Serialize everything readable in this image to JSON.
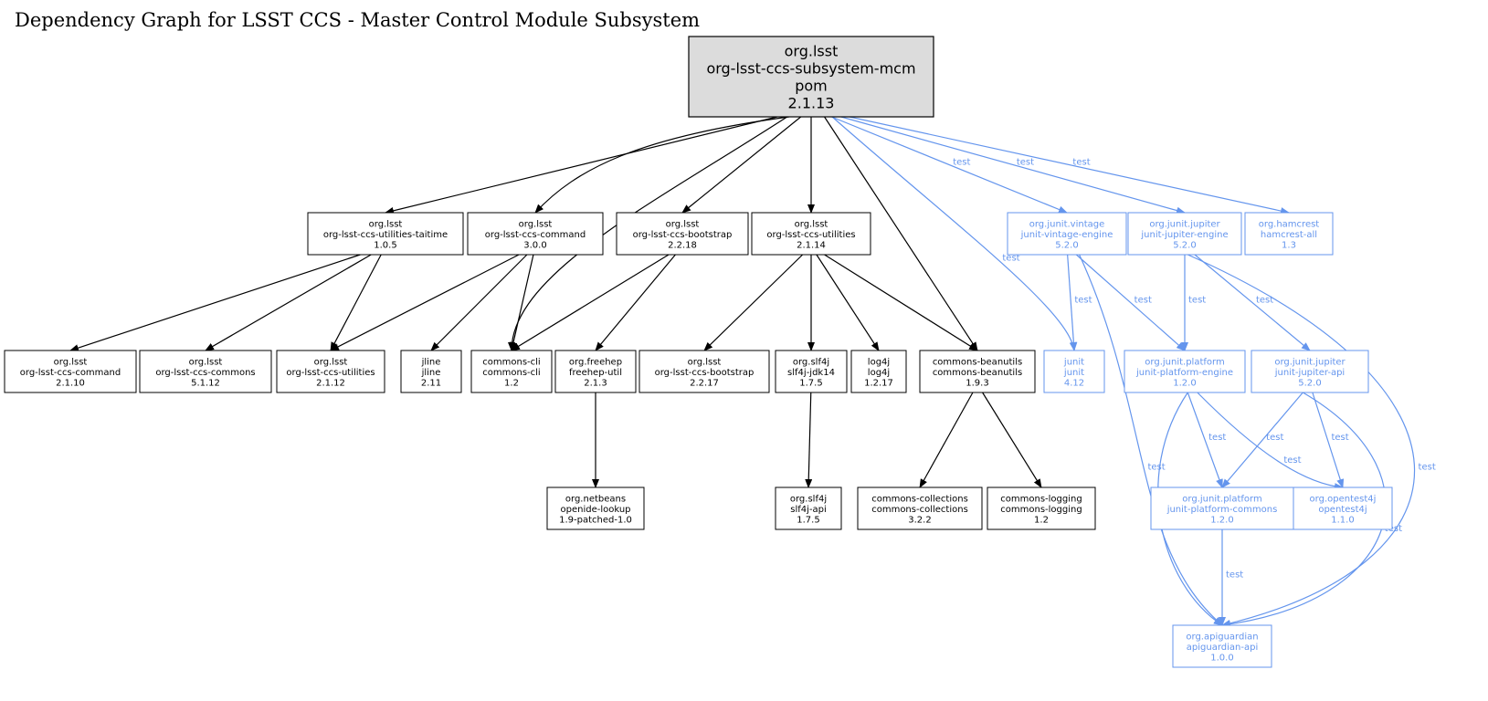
{
  "title": "Dependency Graph for LSST CCS - Master Control Module Subsystem",
  "colors": {
    "compile": "#000000",
    "test": "#6495ED",
    "root_fill": "#DCDCDC",
    "node_fill": "#FFFFFF"
  },
  "test_label": "test",
  "nodes": [
    {
      "id": "root",
      "lines": [
        "org.lsst",
        "org-lsst-ccs-subsystem-mcm",
        "pom",
        "2.1.13"
      ],
      "scope": "root"
    },
    {
      "id": "taitime",
      "lines": [
        "org.lsst",
        "org-lsst-ccs-utilities-taitime",
        "1.0.5"
      ],
      "scope": "compile"
    },
    {
      "id": "command300",
      "lines": [
        "org.lsst",
        "org-lsst-ccs-command",
        "3.0.0"
      ],
      "scope": "compile"
    },
    {
      "id": "bootstrap2218",
      "lines": [
        "org.lsst",
        "org-lsst-ccs-bootstrap",
        "2.2.18"
      ],
      "scope": "compile"
    },
    {
      "id": "utilities2114",
      "lines": [
        "org.lsst",
        "org-lsst-ccs-utilities",
        "2.1.14"
      ],
      "scope": "compile"
    },
    {
      "id": "vintage",
      "lines": [
        "org.junit.vintage",
        "junit-vintage-engine",
        "5.2.0"
      ],
      "scope": "test"
    },
    {
      "id": "jupiterEngine",
      "lines": [
        "org.junit.jupiter",
        "junit-jupiter-engine",
        "5.2.0"
      ],
      "scope": "test"
    },
    {
      "id": "hamcrest",
      "lines": [
        "org.hamcrest",
        "hamcrest-all",
        "1.3"
      ],
      "scope": "test"
    },
    {
      "id": "command2110",
      "lines": [
        "org.lsst",
        "org-lsst-ccs-command",
        "2.1.10"
      ],
      "scope": "compile"
    },
    {
      "id": "commons5112",
      "lines": [
        "org.lsst",
        "org-lsst-ccs-commons",
        "5.1.12"
      ],
      "scope": "compile"
    },
    {
      "id": "utilities2112",
      "lines": [
        "org.lsst",
        "org-lsst-ccs-utilities",
        "2.1.12"
      ],
      "scope": "compile"
    },
    {
      "id": "jline",
      "lines": [
        "jline",
        "jline",
        "2.11"
      ],
      "scope": "compile"
    },
    {
      "id": "commonscli",
      "lines": [
        "commons-cli",
        "commons-cli",
        "1.2"
      ],
      "scope": "compile"
    },
    {
      "id": "freehep",
      "lines": [
        "org.freehep",
        "freehep-util",
        "2.1.3"
      ],
      "scope": "compile"
    },
    {
      "id": "bootstrap2217",
      "lines": [
        "org.lsst",
        "org-lsst-ccs-bootstrap",
        "2.2.17"
      ],
      "scope": "compile"
    },
    {
      "id": "slf4jjdk",
      "lines": [
        "org.slf4j",
        "slf4j-jdk14",
        "1.7.5"
      ],
      "scope": "compile"
    },
    {
      "id": "log4j",
      "lines": [
        "log4j",
        "log4j",
        "1.2.17"
      ],
      "scope": "compile"
    },
    {
      "id": "beanutils",
      "lines": [
        "commons-beanutils",
        "commons-beanutils",
        "1.9.3"
      ],
      "scope": "compile"
    },
    {
      "id": "junit",
      "lines": [
        "junit",
        "junit",
        "4.12"
      ],
      "scope": "test"
    },
    {
      "id": "platformEngine",
      "lines": [
        "org.junit.platform",
        "junit-platform-engine",
        "1.2.0"
      ],
      "scope": "test"
    },
    {
      "id": "jupiterApi",
      "lines": [
        "org.junit.jupiter",
        "junit-jupiter-api",
        "5.2.0"
      ],
      "scope": "test"
    },
    {
      "id": "netbeans",
      "lines": [
        "org.netbeans",
        "openide-lookup",
        "1.9-patched-1.0"
      ],
      "scope": "compile"
    },
    {
      "id": "slf4japi",
      "lines": [
        "org.slf4j",
        "slf4j-api",
        "1.7.5"
      ],
      "scope": "compile"
    },
    {
      "id": "collections",
      "lines": [
        "commons-collections",
        "commons-collections",
        "3.2.2"
      ],
      "scope": "compile"
    },
    {
      "id": "logging",
      "lines": [
        "commons-logging",
        "commons-logging",
        "1.2"
      ],
      "scope": "compile"
    },
    {
      "id": "platformCommons",
      "lines": [
        "org.junit.platform",
        "junit-platform-commons",
        "1.2.0"
      ],
      "scope": "test"
    },
    {
      "id": "opentest4j",
      "lines": [
        "org.opentest4j",
        "opentest4j",
        "1.1.0"
      ],
      "scope": "test"
    },
    {
      "id": "apiguardian",
      "lines": [
        "org.apiguardian",
        "apiguardian-api",
        "1.0.0"
      ],
      "scope": "test"
    }
  ],
  "edges": [
    {
      "from": "root",
      "to": "taitime",
      "scope": "compile"
    },
    {
      "from": "root",
      "to": "command300",
      "scope": "compile"
    },
    {
      "from": "root",
      "to": "commonscli",
      "scope": "compile"
    },
    {
      "from": "root",
      "to": "bootstrap2218",
      "scope": "compile"
    },
    {
      "from": "root",
      "to": "utilities2114",
      "scope": "compile"
    },
    {
      "from": "root",
      "to": "beanutils",
      "scope": "compile"
    },
    {
      "from": "root",
      "to": "junit",
      "scope": "test"
    },
    {
      "from": "root",
      "to": "vintage",
      "scope": "test"
    },
    {
      "from": "root",
      "to": "jupiterEngine",
      "scope": "test"
    },
    {
      "from": "root",
      "to": "hamcrest",
      "scope": "test"
    },
    {
      "from": "taitime",
      "to": "command2110",
      "scope": "compile"
    },
    {
      "from": "taitime",
      "to": "commons5112",
      "scope": "compile"
    },
    {
      "from": "taitime",
      "to": "utilities2112",
      "scope": "compile"
    },
    {
      "from": "command300",
      "to": "utilities2112",
      "scope": "compile"
    },
    {
      "from": "command300",
      "to": "jline",
      "scope": "compile"
    },
    {
      "from": "command300",
      "to": "commonscli",
      "scope": "compile"
    },
    {
      "from": "bootstrap2218",
      "to": "commonscli",
      "scope": "compile"
    },
    {
      "from": "bootstrap2218",
      "to": "freehep",
      "scope": "compile"
    },
    {
      "from": "utilities2114",
      "to": "bootstrap2217",
      "scope": "compile"
    },
    {
      "from": "utilities2114",
      "to": "slf4jjdk",
      "scope": "compile"
    },
    {
      "from": "utilities2114",
      "to": "log4j",
      "scope": "compile"
    },
    {
      "from": "utilities2114",
      "to": "beanutils",
      "scope": "compile"
    },
    {
      "from": "freehep",
      "to": "netbeans",
      "scope": "compile"
    },
    {
      "from": "slf4jjdk",
      "to": "slf4japi",
      "scope": "compile"
    },
    {
      "from": "beanutils",
      "to": "collections",
      "scope": "compile"
    },
    {
      "from": "beanutils",
      "to": "logging",
      "scope": "compile"
    },
    {
      "from": "vintage",
      "to": "junit",
      "scope": "test"
    },
    {
      "from": "vintage",
      "to": "platformEngine",
      "scope": "test"
    },
    {
      "from": "vintage",
      "to": "apiguardian",
      "scope": "test"
    },
    {
      "from": "jupiterEngine",
      "to": "platformEngine",
      "scope": "test"
    },
    {
      "from": "jupiterEngine",
      "to": "jupiterApi",
      "scope": "test"
    },
    {
      "from": "jupiterEngine",
      "to": "apiguardian",
      "scope": "test"
    },
    {
      "from": "platformEngine",
      "to": "platformCommons",
      "scope": "test"
    },
    {
      "from": "platformEngine",
      "to": "opentest4j",
      "scope": "test"
    },
    {
      "from": "platformEngine",
      "to": "apiguardian",
      "scope": "test"
    },
    {
      "from": "jupiterApi",
      "to": "platformCommons",
      "scope": "test"
    },
    {
      "from": "jupiterApi",
      "to": "opentest4j",
      "scope": "test"
    },
    {
      "from": "jupiterApi",
      "to": "apiguardian",
      "scope": "test"
    },
    {
      "from": "platformCommons",
      "to": "apiguardian",
      "scope": "test"
    }
  ]
}
